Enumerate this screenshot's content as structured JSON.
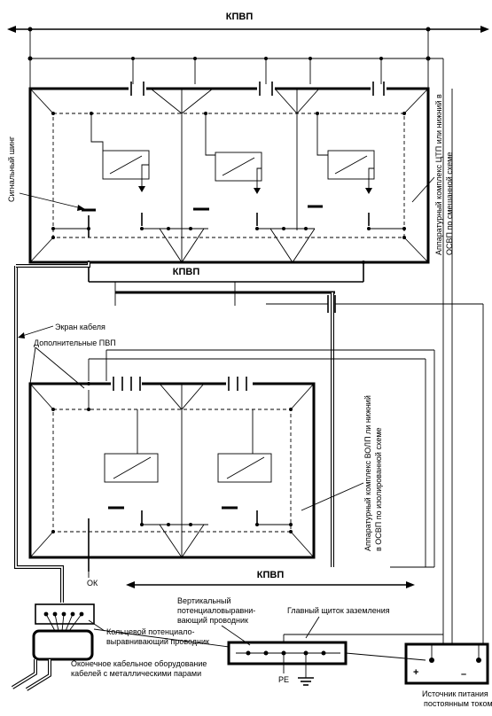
{
  "labels": {
    "kbvp_top": "КПВП",
    "kbvp_middle": "КПВП",
    "kbvp_bottom": "КПВП",
    "signal_bus": "Сигнальный шинг",
    "complex1_line1": "Аппаратурный комплекс ЦТП или нижний в",
    "complex1_line2": "ОСВП по смешанной схеме",
    "cable_screen": "Экран кабеля",
    "additional_pvp": "Дополнительные ПВП",
    "complex2_line1": "Аппаратурный комплекс ВОЛП ли нижний",
    "complex2_line2": "в ОСВП по изолированной схеме",
    "ok": "ОК",
    "vertical_conductor_1": "Вертикальный",
    "vertical_conductor_2": "потенциаловыравни-",
    "vertical_conductor_3": "вающий проводник",
    "main_ground_panel": "Главный щиток заземления",
    "ring_conductor_1": "Кольцевой потенциало-",
    "ring_conductor_2": "выравнивающий проводник",
    "terminal_equipment_1": "Оконечное кабельное оборудование",
    "terminal_equipment_2": "кабелей с металлическими парами",
    "pe": "PE",
    "power_source_1": "Источник питания",
    "power_source_2": "постоянным током",
    "plus": "+",
    "minus": "–"
  }
}
